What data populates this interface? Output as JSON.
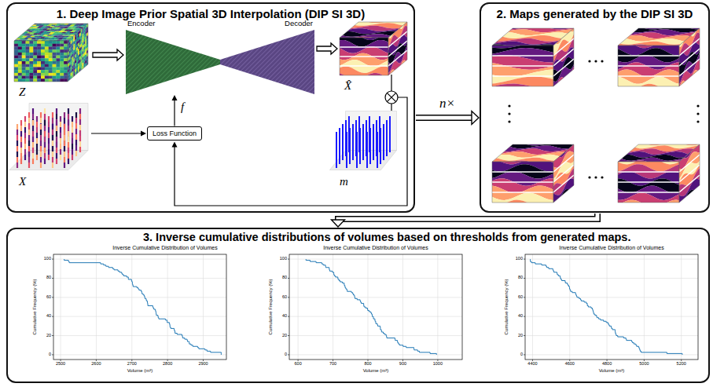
{
  "diagram": {
    "nodes": [
      {
        "text": [
          "1. Deep Image Prior Spatial 3D Interpolation (DIP SI 3D)"
        ]
      },
      {
        "text": [
          "Encoder",
          "Decoder"
        ],
        "in": 0
      },
      {
        "text": [
          "Loss Function"
        ],
        "in": 0
      },
      {
        "text": [
          "2. Maps generated by the DIP SI 3D"
        ]
      },
      {
        "text": [
          "3. Inverse cumulative distributions of volumes based on thresholds from generated maps."
        ]
      },
      {
        "text": [
          "Inverse Cumulative Distribution of Volumes",
          "Cumulative Frequency (%)",
          "Volume (m³)"
        ],
        "in": 4
      },
      {
        "text": [
          "Inverse Cumulative Distribution of Volumes",
          "Cumulative Frequency (%)",
          "Volume (m³)"
        ],
        "in": 4
      },
      {
        "text": [
          "Inverse Cumulative Distribution of Volumes",
          "Cumulative Frequency (%)",
          "Volume (m³)"
        ],
        "in": 4
      }
    ],
    "edges": [
      {
        "from": 2,
        "to": 1,
        "arrow": "to"
      },
      {
        "from": 0,
        "to": 3,
        "label": "n×",
        "arrow": "to"
      },
      {
        "from": 3,
        "to": 4,
        "arrow": "to"
      }
    ],
    "labels": [
      "Z",
      "X",
      "X̂",
      "m",
      "f",
      "2500",
      "2600",
      "2700",
      "2800",
      "2900",
      "0",
      "20",
      "40",
      "60",
      "80",
      "100",
      "600",
      "700",
      "800",
      "900",
      "1000",
      "0",
      "20",
      "40",
      "60",
      "80",
      "100",
      "4400",
      "4600",
      "4800",
      "5000",
      "5200",
      "0",
      "20",
      "40",
      "60",
      "80",
      "100"
    ]
  }
}
